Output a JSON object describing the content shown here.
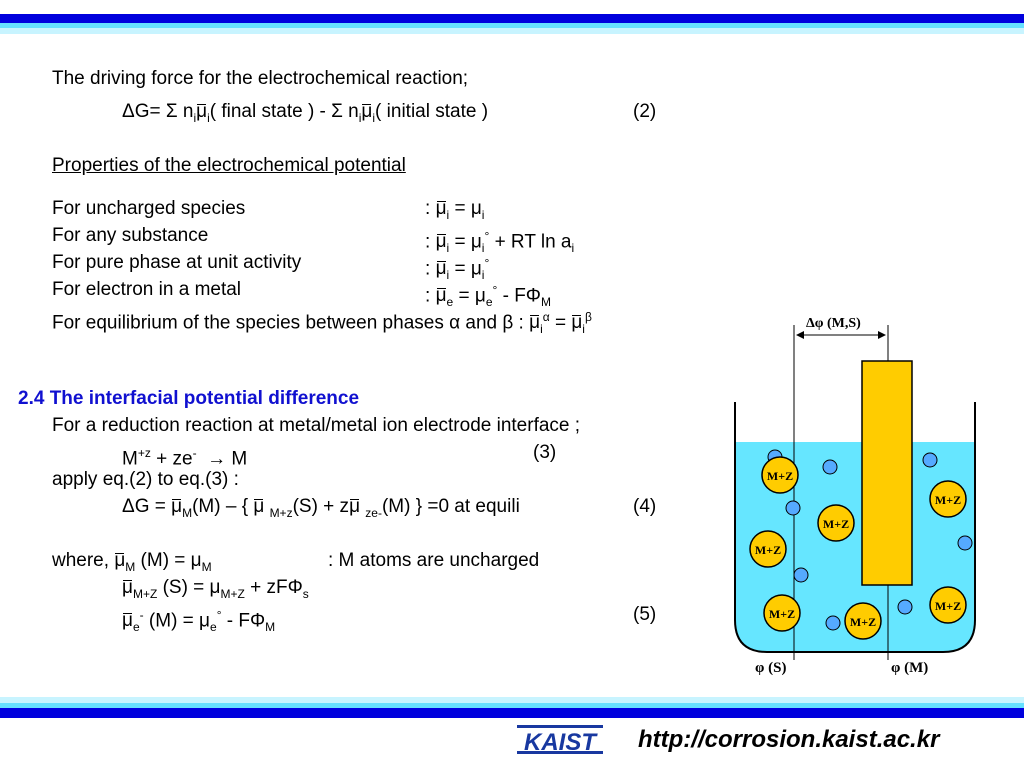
{
  "header": {
    "band_colors": [
      "#0000dd",
      "#66e0ff",
      "#c8f4ff"
    ]
  },
  "section1": {
    "intro": "The driving force for the electrochemical reaction;",
    "eq2_dg": "ΔG= Σ n",
    "eq2_final": "( final state ) - Σ n",
    "eq2_initial": "( initial state )",
    "eq2_num": "(2)",
    "props_title": "Properties of the electrochemical potential",
    "rows": [
      "For uncharged species",
      "For any substance",
      "For pure phase at unit activity",
      "For electron in a metal",
      "For equilibrium of the species between phases α and β :"
    ],
    "r2_tail": "+ RT ln a",
    "r4_tail": "- FΦ"
  },
  "section2": {
    "heading": "2.4 The interfacial potential difference",
    "line1": "For a reduction reaction at metal/metal ion electrode interface ;",
    "eq3_tail": "+ ze",
    "eq3_arrow": "→ M",
    "eq3_num": "(3)",
    "apply": "apply eq.(2) to eq.(3) :",
    "eq4_dg": "ΔG =",
    "eq4_m": "(M) – {",
    "eq4_s": "(S) + z",
    "eq4_end": "(M) } =0 at equili",
    "eq4_num": "(4)",
    "where": "where,",
    "where_m": "(M) =",
    "where_note": ": M atoms are uncharged",
    "l2_s": "(S) =",
    "l2_mid": "+ zFΦ",
    "l3_m": "(M) =",
    "l3_tail": "- FΦ",
    "eq5_num": "(5)"
  },
  "diagram": {
    "delta_label": "Δφ (M,S)",
    "phi_s": "φ (S)",
    "phi_m": "φ (M)",
    "ion_label": "M+Z",
    "solution_color": "#66e6ff",
    "electrode_color": "#ffcc00"
  },
  "footer": {
    "logo_text": "KAIST",
    "url": "http://corrosion.kaist.ac.kr",
    "brand_color": "#1838a0"
  }
}
